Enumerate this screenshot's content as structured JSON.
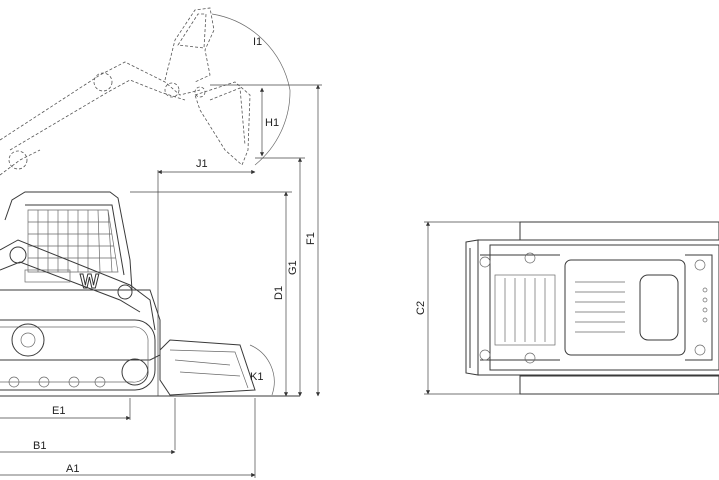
{
  "labels": {
    "I1": "I1",
    "H1": "H1",
    "J1": "J1",
    "F1": "F1",
    "G1": "G1",
    "D1": "D1",
    "K1": "K1",
    "E1": "E1",
    "B1": "B1",
    "A1": "A1",
    "C2": "C2"
  },
  "brand_mark": "W"
}
